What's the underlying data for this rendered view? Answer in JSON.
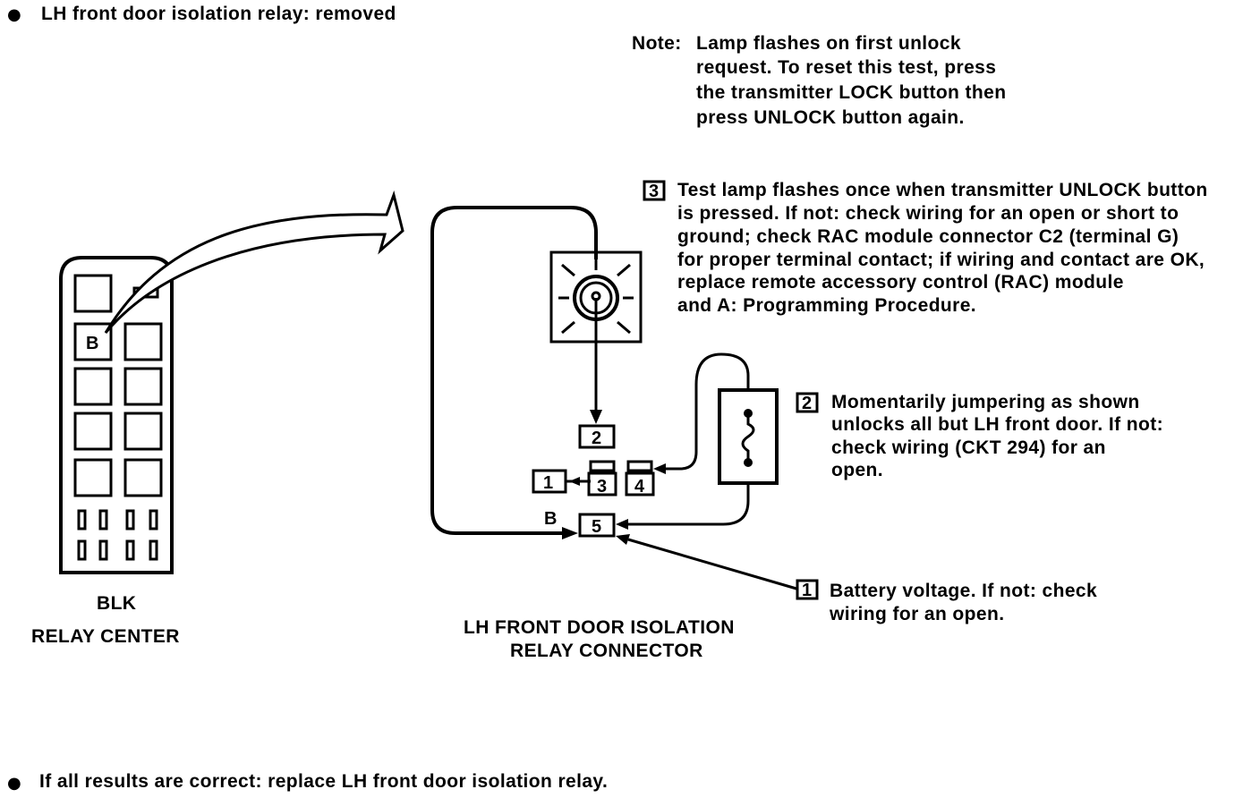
{
  "header": {
    "bullet": "●",
    "text": "LH front door isolation relay: removed"
  },
  "note": {
    "label": "Note:",
    "lines": [
      "Lamp flashes on first unlock",
      "request. To reset this test, press",
      "the transmitter LOCK button then",
      "press UNLOCK button again."
    ]
  },
  "step3": {
    "number": "3",
    "lines": [
      "Test lamp flashes once when transmitter UNLOCK button",
      "is pressed. If not: check wiring for an open or short to",
      "ground; check RAC module connector C2 (terminal G)",
      "for proper terminal contact; if wiring and contact are OK,",
      "replace remote accessory control (RAC) module",
      "and A: Programming Procedure."
    ]
  },
  "step2": {
    "number": "2",
    "lines": [
      "Momentarily jumpering as shown",
      "unlocks all but LH front door. If not:",
      "check wiring (CKT 294) for an",
      "open."
    ]
  },
  "step1": {
    "number": "1",
    "lines": [
      "Battery voltage. If not: check",
      "wiring for an open."
    ]
  },
  "relay_center": {
    "slot_label": "B",
    "color_label": "BLK",
    "title": "RELAY CENTER"
  },
  "connector": {
    "terminals": [
      "1",
      "2",
      "3",
      "4",
      "5"
    ],
    "wire_label": "B",
    "title_lines": [
      "LH FRONT DOOR ISOLATION",
      "RELAY CONNECTOR"
    ]
  },
  "footer": {
    "bullet": "●",
    "text": "If all results are correct: replace LH front door isolation relay."
  }
}
